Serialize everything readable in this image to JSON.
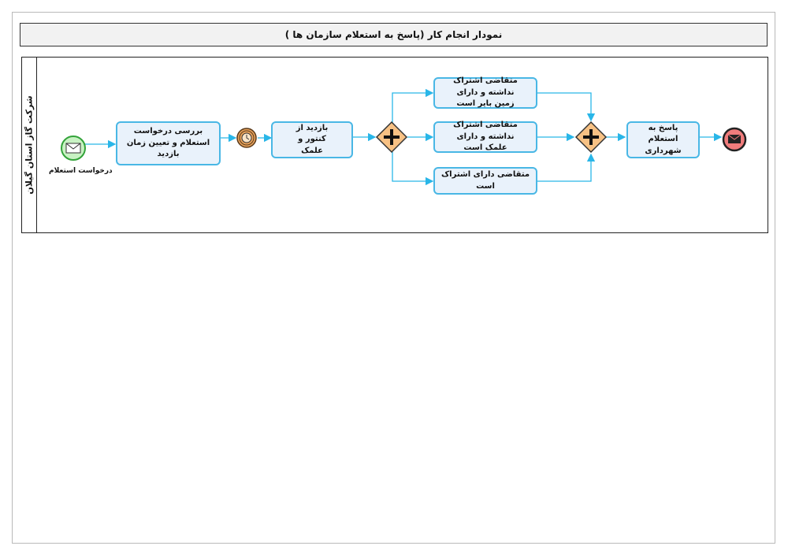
{
  "title": "نمودار انجام کار (پاسخ به استعلام سازمان ها )",
  "lane": {
    "label": "شرکت گاز استان گیلان"
  },
  "start_event": {
    "label": "درخواست استعلام"
  },
  "tasks": [
    {
      "id": "review",
      "label": "بررسی درخواست استعلام و تعیین زمان بازدید"
    },
    {
      "id": "visit",
      "label": "بازدید از کنتور و علمک"
    },
    {
      "id": "no-sub-vacant-land",
      "label": "متقاضی اشتراک نداشته و دارای زمین بایر است"
    },
    {
      "id": "no-sub-has-riser",
      "label": "متقاضی اشتراک نداشته و دارای علمک است"
    },
    {
      "id": "has-sub",
      "label": "متقاضی دارای اشتراک است"
    },
    {
      "id": "reply",
      "label": "پاسخ به استعلام شهرداری"
    }
  ],
  "colors": {
    "flow": "#29b6e8",
    "task_border": "#49b7e5",
    "task_fill": "#e9f2fb",
    "gateway_fill": "#f7c184",
    "start_fill": "#c8f2c3",
    "start_stroke": "#33a33a",
    "end_fill": "#f07c7c",
    "timer_fill": "#e6a15b"
  },
  "icons": {
    "start": "envelope-icon",
    "timer": "clock-icon",
    "gateway": "plus-icon",
    "end": "envelope-icon"
  }
}
